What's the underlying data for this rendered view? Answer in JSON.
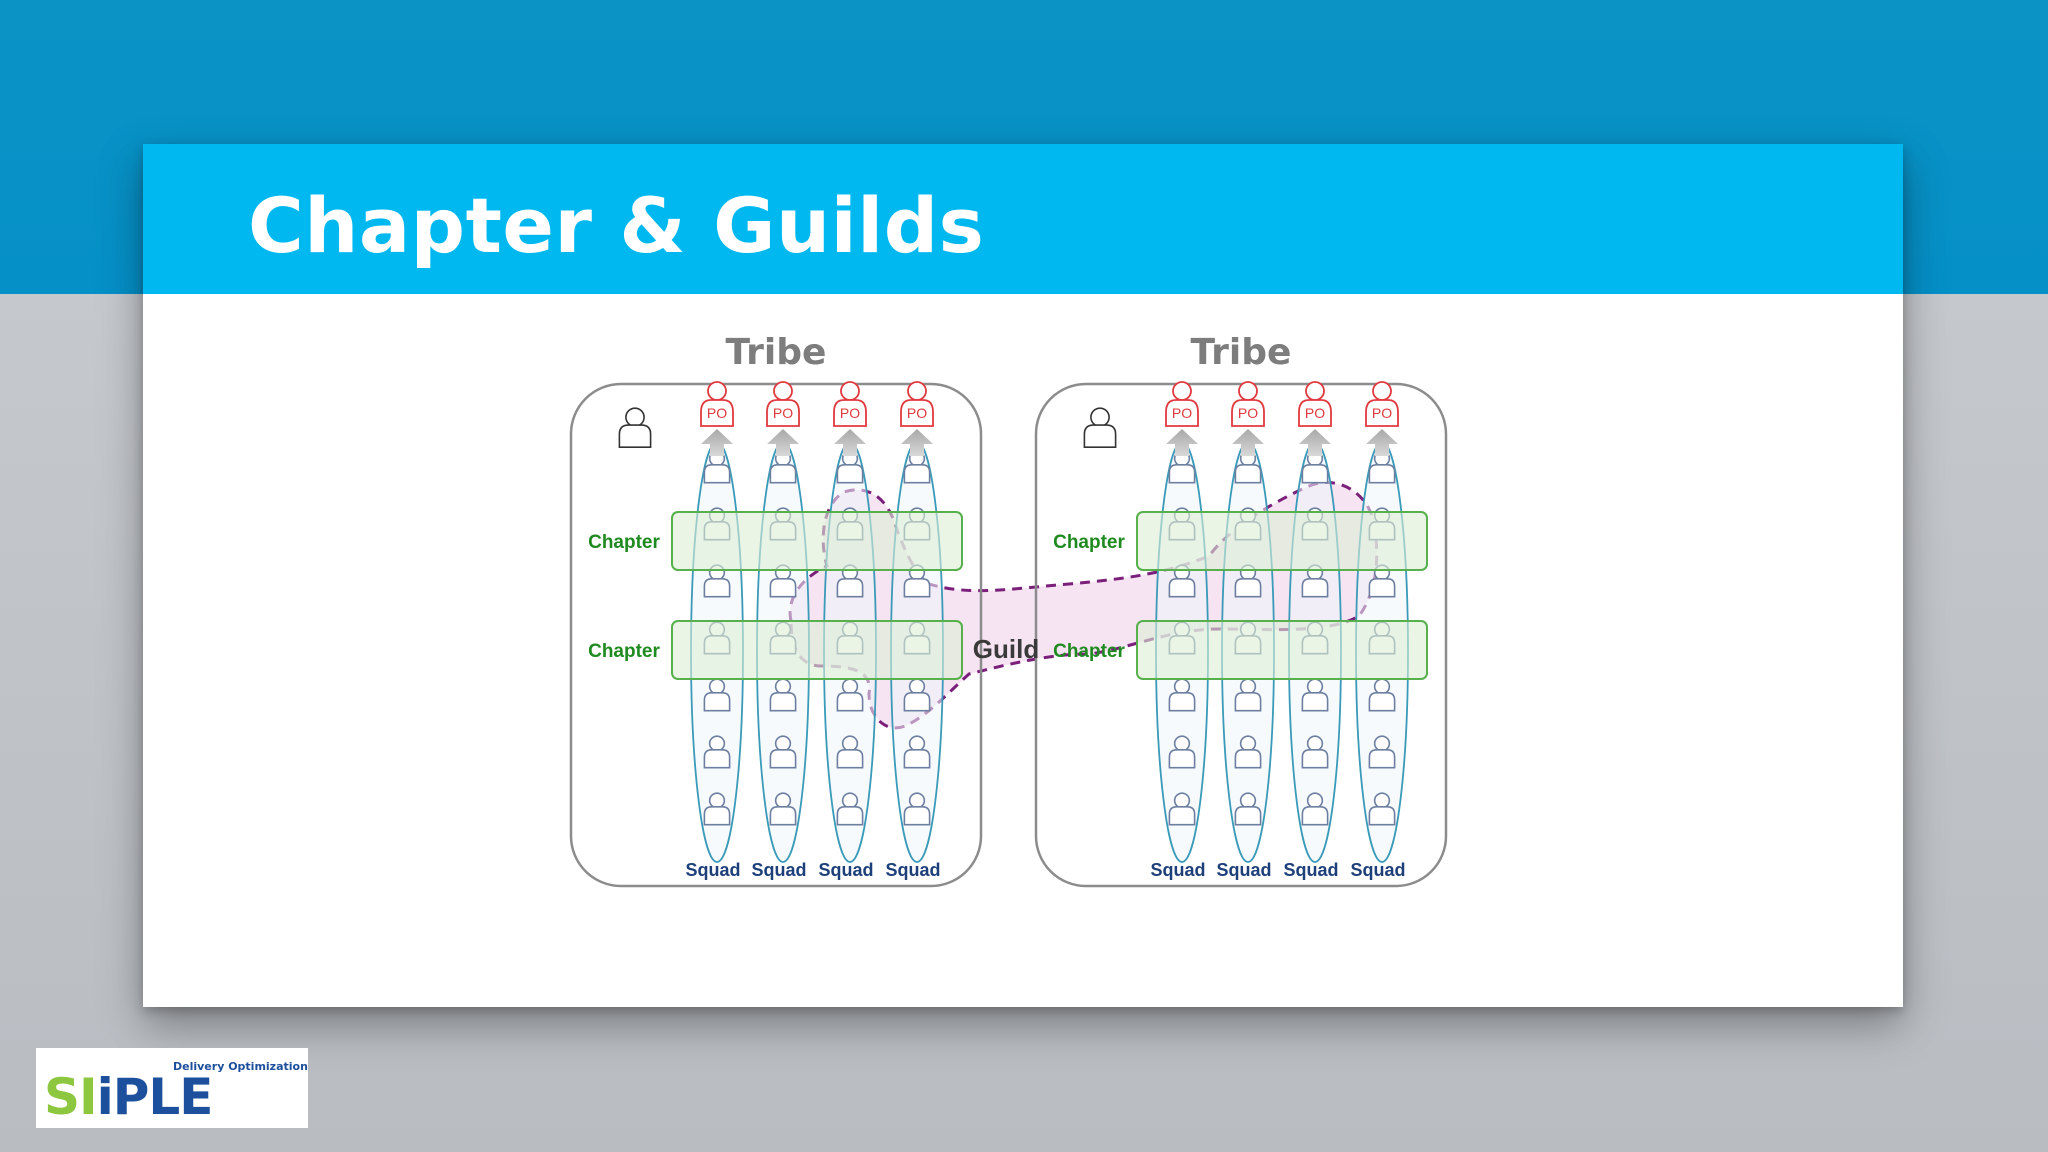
{
  "slide": {
    "title": "Chapter & Guilds"
  },
  "diagram": {
    "tribe_label": "Tribe",
    "product_owner_label": "PO",
    "squad_label": "Squad",
    "chapter_label": "Chapter",
    "guild_label": "Guild",
    "tribes": [
      {
        "label": "Tribe",
        "squads": [
          "Squad",
          "Squad",
          "Squad",
          "Squad"
        ],
        "chapters": [
          "Chapter",
          "Chapter"
        ]
      },
      {
        "label": "Tribe",
        "squads": [
          "Squad",
          "Squad",
          "Squad",
          "Squad"
        ],
        "chapters": [
          "Chapter",
          "Chapter"
        ]
      }
    ],
    "colors": {
      "squad_outline": "#3a9ab8",
      "member_outline": "#6d7fa0",
      "product_owner": "#e0393e",
      "chapter_fill": "#dcefd6",
      "chapter_outline": "#57b04c",
      "chapter_text": "#1f8a20",
      "guild_fill": "#f3d9ee",
      "guild_outline": "#7a1f7a"
    }
  },
  "logo": {
    "word_green": "SI",
    "word_blue": "iPLE",
    "tagline": "Delivery Optimization"
  }
}
